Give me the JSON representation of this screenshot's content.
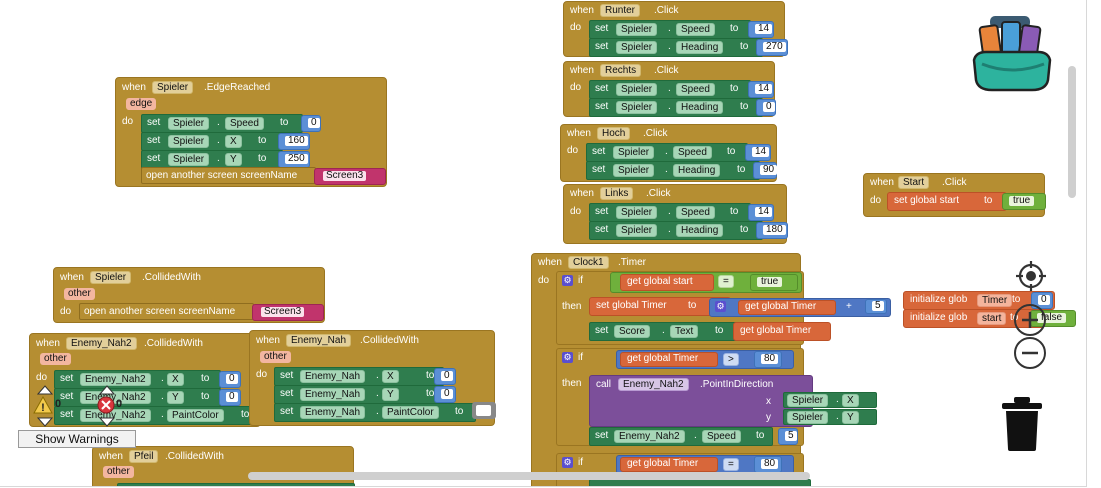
{
  "common": {
    "when": "when",
    "do": "do",
    "set": "set",
    "to": "to",
    "dot": ".",
    "if": "if",
    "then": "then",
    "call": "call",
    "x": "x",
    "y": "y",
    "plus": "+",
    "open_screen": "open another screen  screenName"
  },
  "b_edge": {
    "component": "Spieler",
    "event": ".EdgeReached",
    "param": "edge",
    "r1": {
      "comp": "Spieler",
      "prop": "Speed",
      "val": "0"
    },
    "r2": {
      "comp": "Spieler",
      "prop": "X",
      "val": "160"
    },
    "r3": {
      "comp": "Spieler",
      "prop": "Y",
      "val": "250"
    },
    "screen": "Screen3"
  },
  "b_collided1": {
    "component": "Spieler",
    "event": ".CollidedWith",
    "param": "other",
    "screen": "Screen3"
  },
  "b_collided2": {
    "component": "Enemy_Nah2",
    "event": ".CollidedWith",
    "param": "other",
    "r1": {
      "comp": "Enemy_Nah2",
      "prop": "X",
      "val": "0"
    },
    "r2": {
      "comp": "Enemy_Nah2",
      "prop": "Y",
      "val": "0"
    },
    "r3": {
      "comp": "Enemy_Nah2",
      "prop": "PaintColor"
    }
  },
  "b_collided3": {
    "component": "Enemy_Nah",
    "event": ".CollidedWith",
    "param": "other",
    "r1": {
      "comp": "Enemy_Nah",
      "prop": "X",
      "val": "0"
    },
    "r2": {
      "comp": "Enemy_Nah",
      "prop": "Y",
      "val": "0"
    },
    "r3": {
      "comp": "Enemy_Nah",
      "prop": "PaintColor"
    }
  },
  "b_collided4": {
    "component": "Pfeil",
    "event": ".CollidedWith",
    "param": "other"
  },
  "b_runter": {
    "component": "Runter",
    "event": ".Click",
    "r1": {
      "comp": "Spieler",
      "prop": "Speed",
      "val": "14"
    },
    "r2": {
      "comp": "Spieler",
      "prop": "Heading",
      "val": "270"
    }
  },
  "b_rechts": {
    "component": "Rechts",
    "event": ".Click",
    "r1": {
      "comp": "Spieler",
      "prop": "Speed",
      "val": "14"
    },
    "r2": {
      "comp": "Spieler",
      "prop": "Heading",
      "val": "0"
    }
  },
  "b_hoch": {
    "component": "Hoch",
    "event": ".Click",
    "r1": {
      "comp": "Spieler",
      "prop": "Speed",
      "val": "14"
    },
    "r2": {
      "comp": "Spieler",
      "prop": "Heading",
      "val": "90"
    }
  },
  "b_links": {
    "component": "Links",
    "event": ".Click",
    "r1": {
      "comp": "Spieler",
      "prop": "Speed",
      "val": "14"
    },
    "r2": {
      "comp": "Spieler",
      "prop": "Heading",
      "val": "180"
    }
  },
  "b_start": {
    "component": "Start",
    "event": ".Click",
    "setvar": "set  global start",
    "val": "true"
  },
  "b_timer": {
    "component": "Clock1",
    "event": ".Timer",
    "get_start": "get  global start",
    "eq": "=",
    "true": "true",
    "set_timer": "set  global Timer",
    "get_timer": "get  global Timer",
    "one": "5",
    "score_comp": "Score",
    "score_prop": "Text",
    "gt": ">",
    "eighty": "80",
    "call_comp": "Enemy_Nah2",
    "call_method": ".PointInDirection",
    "px_comp": "Spieler",
    "px_prop": "X",
    "py_comp": "Spieler",
    "py_prop": "Y",
    "sp_comp": "Enemy_Nah2",
    "sp_prop": "Speed",
    "sp_val": "5",
    "eq2": "=",
    "eighty2": "80"
  },
  "globals": {
    "init": "initialize glob",
    "timer_name": "Timer",
    "timer_val": "0",
    "start_name": "start",
    "start_val": "false"
  },
  "warnings": {
    "warn_count": "0",
    "err_count": "0",
    "button": "Show Warnings"
  }
}
